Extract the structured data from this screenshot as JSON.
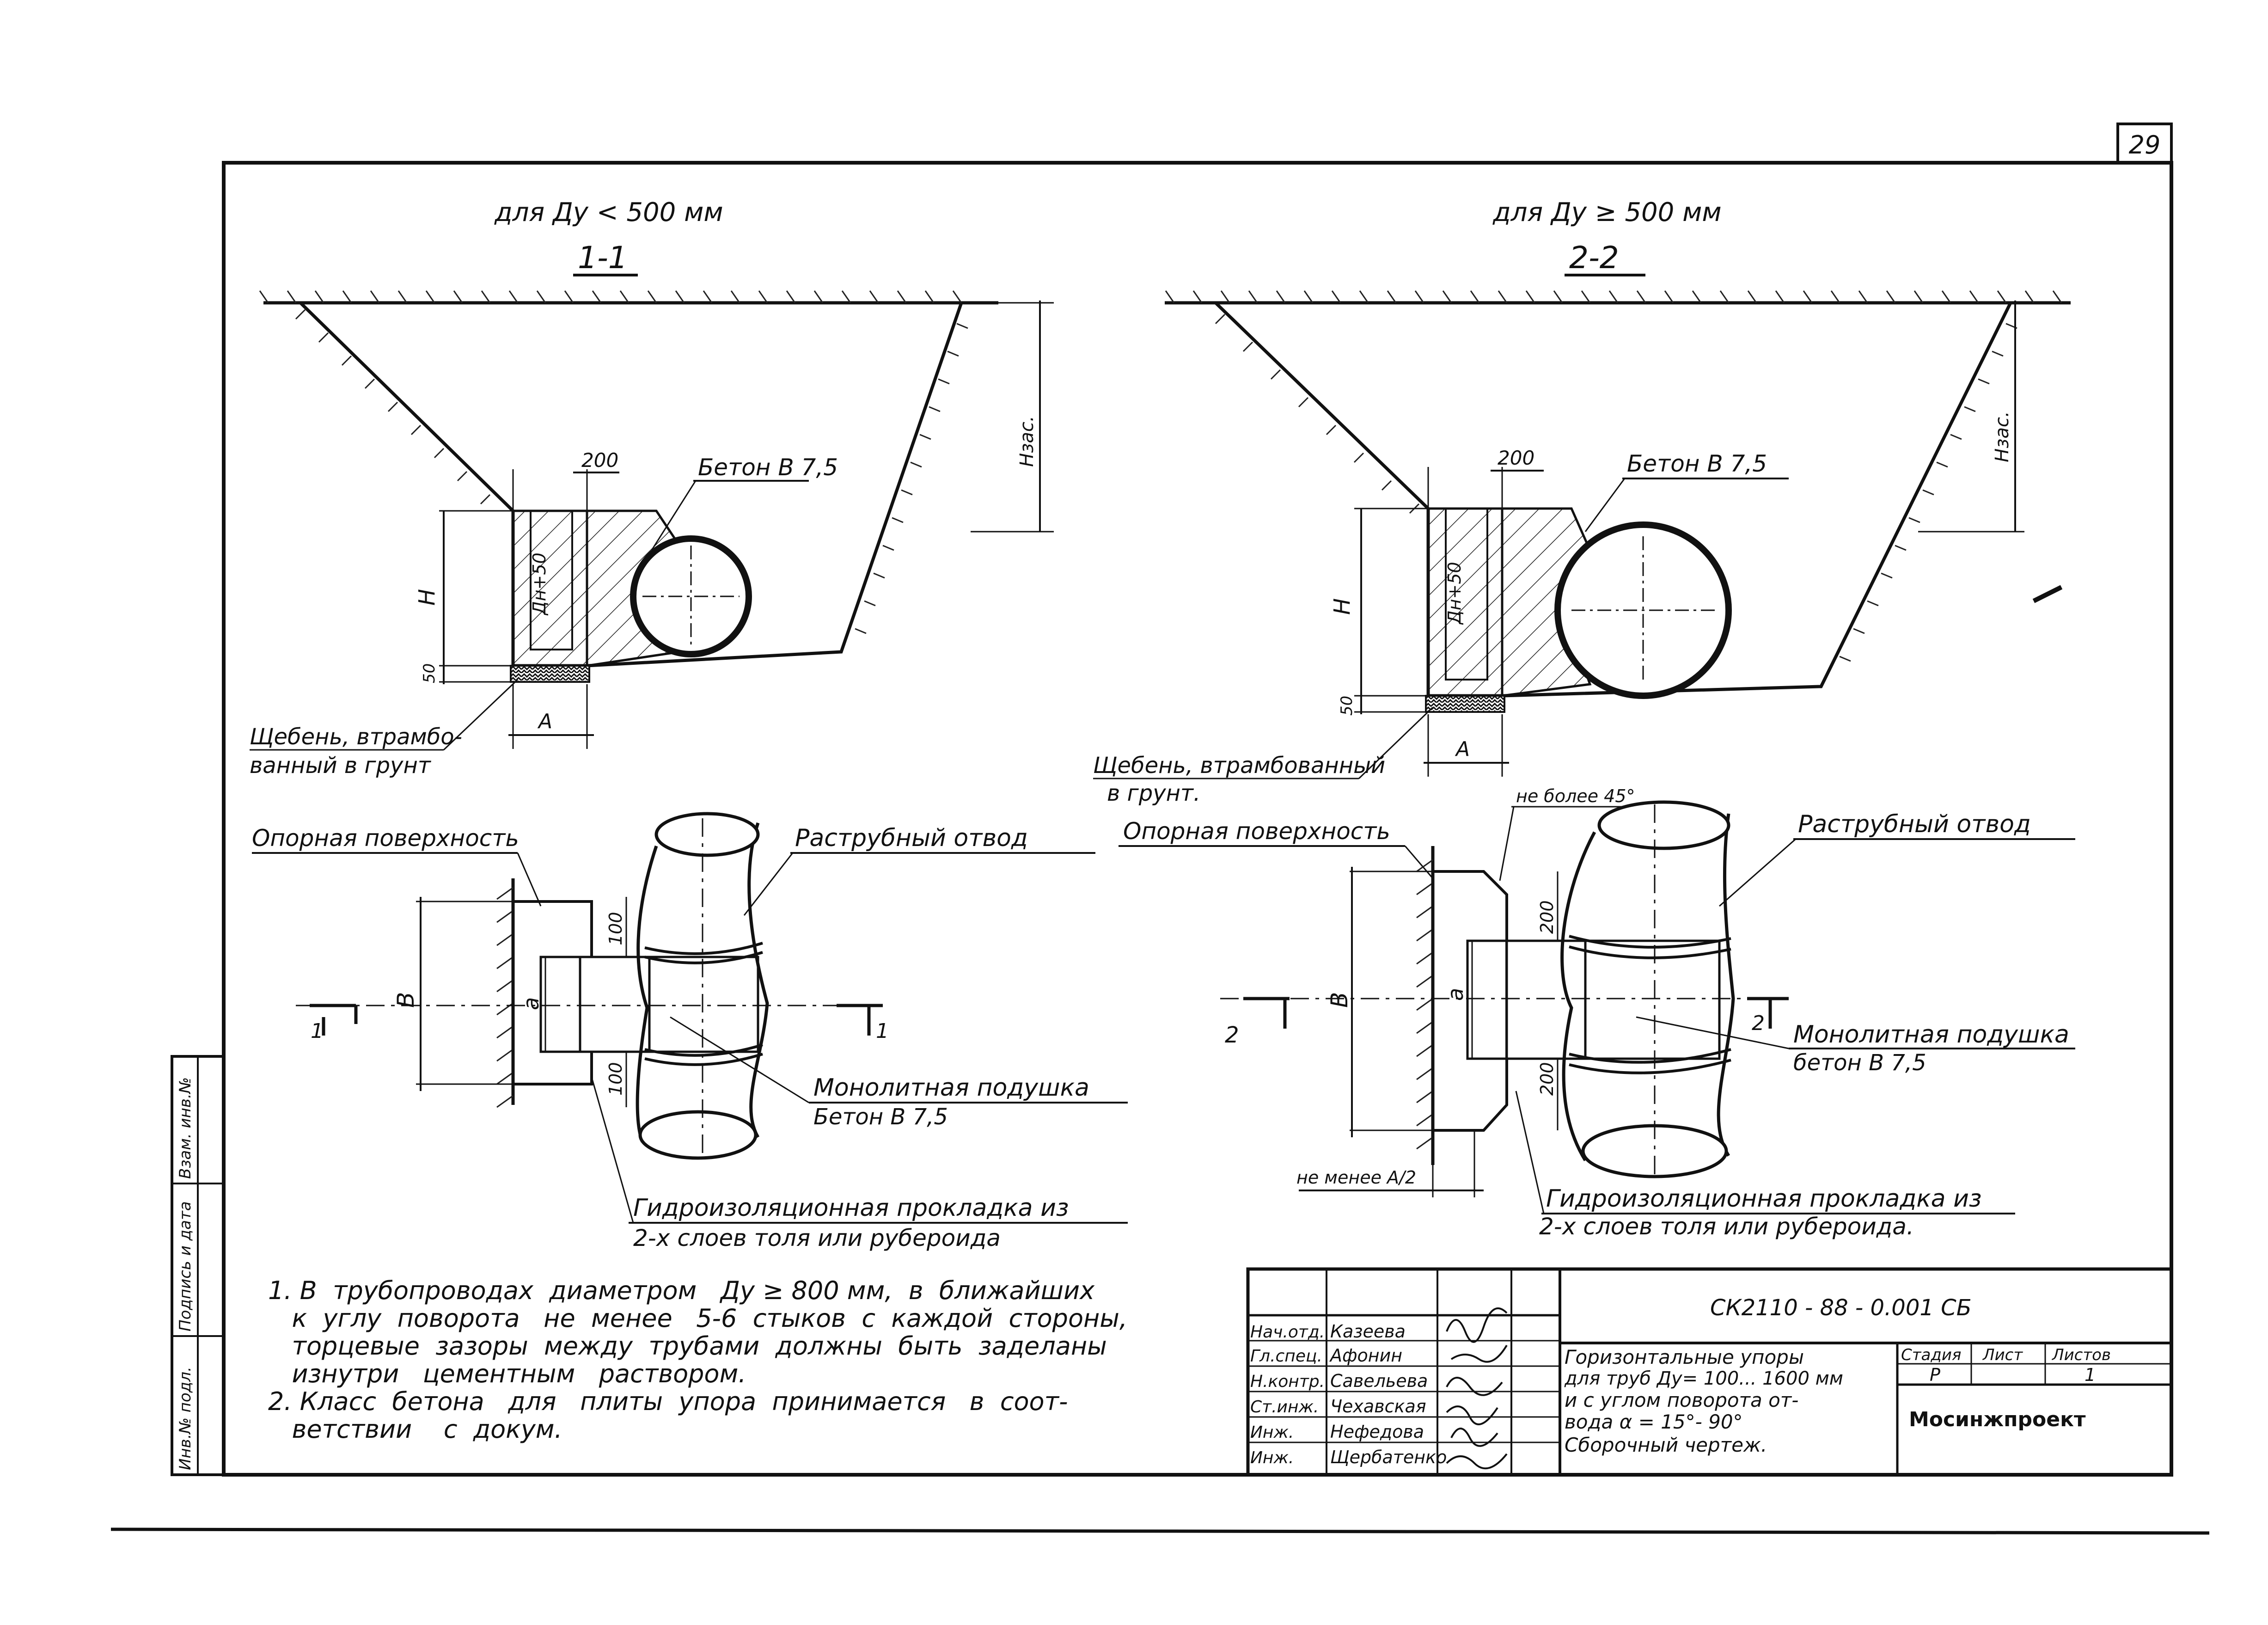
{
  "sheet": {
    "page_number": "29",
    "side_stamp": [
      "Инв.№ подл.",
      "Подпись и дата",
      "Взам. инв.№"
    ]
  },
  "section_left": {
    "condition": "для   Ду < 500 мм",
    "mark": "1-1",
    "concrete": "Бетон  В 7,5",
    "dim_200": "200",
    "dim_h": "Н",
    "dim_dn": "Дн+50",
    "dim_50": "50",
    "dim_a": "А",
    "dim_hzas": "Нзас.",
    "gravel": [
      "Щебень, втрамбо-",
      "ванный в грунт"
    ]
  },
  "section_right": {
    "condition": "для   Ду ≥ 500 мм",
    "mark": "2-2",
    "concrete": "Бетон  В 7,5",
    "dim_200": "200",
    "dim_h": "Н",
    "dim_dn": "Дн+50",
    "dim_50": "50",
    "dim_a": "А",
    "dim_hzas": "Нзас.",
    "gravel": [
      "Щебень, втрамбованный",
      "в грунт."
    ]
  },
  "plan_left": {
    "support": "Опорная поверхность",
    "bend": "Раструбный  отвод",
    "dim_b": "В",
    "dim_a": "а",
    "dim_100_top": "100",
    "dim_100_bot": "100",
    "cut_left": "1",
    "cut_right": "1",
    "cushion": [
      "Монолитная  подушка",
      "Бетон   В 7,5"
    ],
    "waterproof": [
      "Гидроизоляционная  прокладка  из",
      "2-х  слоев  толя   или  рубероида"
    ]
  },
  "plan_right": {
    "support": "Опорная поверхность",
    "angle_note": "не более 45°",
    "bend": "Раструбный  отвод",
    "dim_b": "В",
    "dim_a": "а",
    "dim_200_top": "200",
    "dim_200_bot": "200",
    "cut_left": "2",
    "cut_right": "2",
    "min_note": "не менее А/2",
    "cushion": [
      "Монолитная  подушка",
      "бетон   В 7,5"
    ],
    "waterproof": [
      "Гидроизоляционная  прокладка  из",
      "2-х слоев  толя  или рубероида."
    ]
  },
  "notes": [
    "1. В  трубопроводах  диаметром   Ду ≥ 800 мм,  в  ближайших",
    "   к  углу  поворота   не  менее   5-6  стыков  с  каждой  стороны,",
    "   торцевые  зазоры  между  трубами  должны  быть  заделаны",
    "   изнутри   цементным   раствором.",
    "2. Класс  бетона   для   плиты  упора  принимается   в  соот-",
    "   ветствии    с  докум."
  ],
  "title_block": {
    "doc_code": "СК2110 - 88 - 0.001  СБ",
    "roles": [
      {
        "role": "Нач.отд.",
        "name": "Казеева"
      },
      {
        "role": "Гл.спец.",
        "name": "Афонин"
      },
      {
        "role": "Н.контр.",
        "name": "Савельева"
      },
      {
        "role": "Ст.инж.",
        "name": "Чехавская"
      },
      {
        "role": "Инж.",
        "name": "Нефедова"
      },
      {
        "role": "Инж.",
        "name": "Щербатенко"
      }
    ],
    "title": [
      "Горизонтальные  упоры",
      "для  труб  Ду= 100... 1600 мм",
      "и с  углом  поворота  от-",
      "вода   α = 15°- 90°",
      "Сборочный   чертеж."
    ],
    "stage_header": "Стадия",
    "sheet_header": "Лист",
    "sheets_header": "Листов",
    "stage_value": "Р",
    "sheets_value": "1",
    "organization": "Мосинжпроект"
  }
}
